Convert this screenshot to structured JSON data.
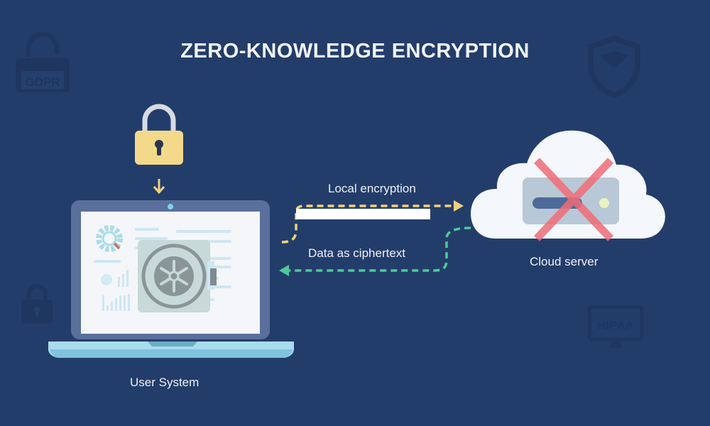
{
  "title": "ZERO-KNOWLEDGE ENCRYPTION",
  "labels": {
    "local_encryption": "Local encryption",
    "data_as_ciphertext": "Data as ciphertext",
    "cloud_server": "Cloud server",
    "user_system": "User System"
  },
  "background_icons": {
    "gdpr": "GDPR",
    "hipaa": "HIPAA"
  },
  "colors": {
    "background": "#233d6b",
    "padlock": "#f4d98a",
    "encrypt_arrow": "#f1d27a",
    "cipher_arrow": "#4fc99a",
    "cross": "#f06d78",
    "cloud": "#f4f7fb",
    "laptop_frame": "#5a6f9b",
    "laptop_base": "#a9dcef"
  }
}
